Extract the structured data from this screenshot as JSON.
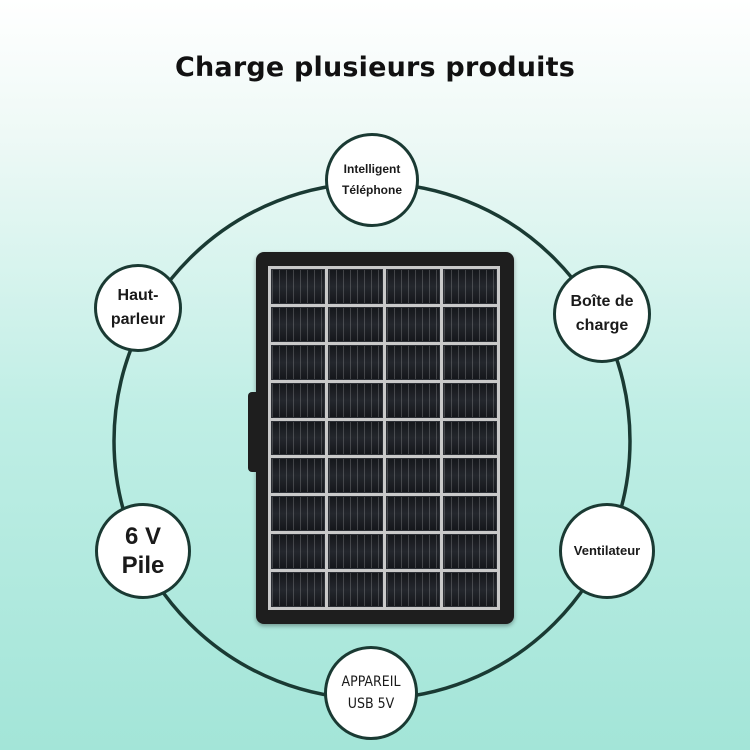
{
  "title": "Charge plusieurs produits",
  "nodes": {
    "phone": "Intelligent\nTéléphone",
    "speaker": "Haut-\nparleur",
    "charging_box": "Boîte de\ncharge",
    "battery": "6 V\nPile",
    "fan": "Ventilateur",
    "usb_device": "APPAREIL\nUSB 5V"
  },
  "colors": {
    "ring": "#1a3a33",
    "background_top": "#ffffff",
    "background_bottom": "#a3e5d8",
    "panel_frame": "#1e1e1e"
  }
}
